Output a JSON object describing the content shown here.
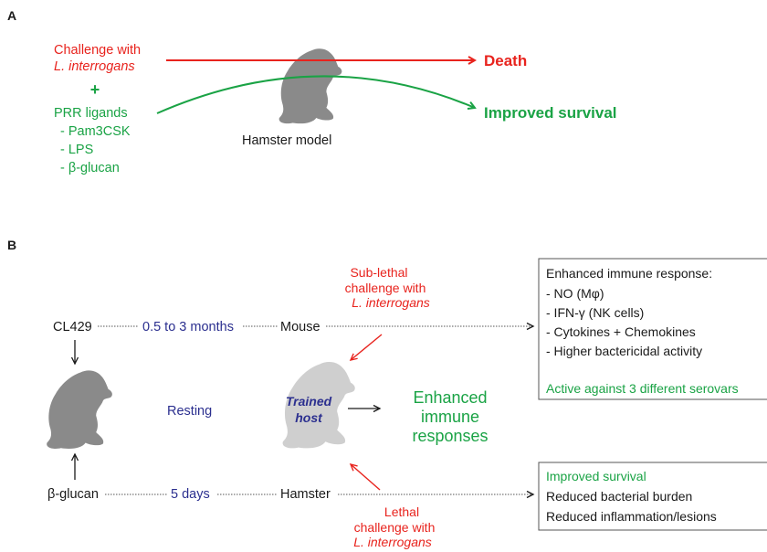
{
  "colors": {
    "red": "#e8231d",
    "green": "#1aa345",
    "navy": "#2b2f8f",
    "gray_dark": "#8a8a8a",
    "gray_light": "#cfcfcf",
    "black": "#1a1a1a"
  },
  "panel_a": {
    "label": "A",
    "challenge_line1": "Challenge with",
    "challenge_line2": "L. interrogans",
    "plus": "+",
    "prr_title": "PRR ligands",
    "prr_items": [
      "- Pam3CSK",
      "- LPS",
      "- β-glucan"
    ],
    "outcome_death": "Death",
    "outcome_survival": "Improved survival",
    "model_label": "Hamster model",
    "animal_icon": "hamster-icon"
  },
  "panel_b": {
    "label": "B",
    "top_start": "CL429",
    "top_duration": "0.5 to 3 months",
    "top_host": "Mouse",
    "top_challenge": [
      "Sub-lethal",
      "challenge with",
      "L. interrogans"
    ],
    "resting": "Resting",
    "trained_host": [
      "Trained",
      "host"
    ],
    "enhanced": [
      "Enhanced",
      "immune",
      "responses"
    ],
    "bottom_start": "β-glucan",
    "bottom_duration": "5 days",
    "bottom_host": "Hamster",
    "bottom_challenge": [
      "Lethal",
      "challenge with",
      "L. interrogans"
    ],
    "box_top": {
      "title": "Enhanced immune response:",
      "items": [
        "- NO (Mφ)",
        "- IFN-γ (NK cells)",
        "- Cytokines + Chemokines",
        "- Higher bactericidal activity"
      ],
      "footer": "Active against 3 different serovars"
    },
    "box_bottom": {
      "items": [
        "Improved survival",
        "Reduced bacterial burden",
        "Reduced inflammation/lesions"
      ]
    }
  }
}
